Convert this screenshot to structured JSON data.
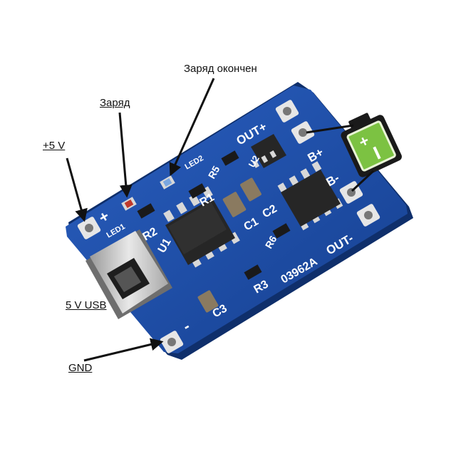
{
  "callouts": {
    "charge_done": "Заряд окончен",
    "charging": "Заряд",
    "plus_5v": "+5 V",
    "usb_5v": "5 V USB",
    "gnd": "GND"
  },
  "board": {
    "out_plus": "OUT+",
    "out_minus": "OUT-",
    "b_plus": "B+",
    "b_minus": "B-",
    "plus": "+",
    "minus": "-",
    "led1": "LED1",
    "led2": "LED2",
    "r1": "R1",
    "r2": "R2",
    "r3": "R3",
    "r5": "R5",
    "r6": "R6",
    "c1": "C1",
    "c2": "C2",
    "c3": "C3",
    "u1": "U1",
    "u2": "U2",
    "code": "03962A"
  },
  "colors": {
    "pcb": "#1b4fa8",
    "pcb_dark": "#123a80",
    "pcb_edge": "#2d63c4",
    "pad": "#e6e6e6",
    "chip": "#2a2a2a",
    "battery_body": "#1a1a1a",
    "battery_fill": "#7cc242"
  }
}
